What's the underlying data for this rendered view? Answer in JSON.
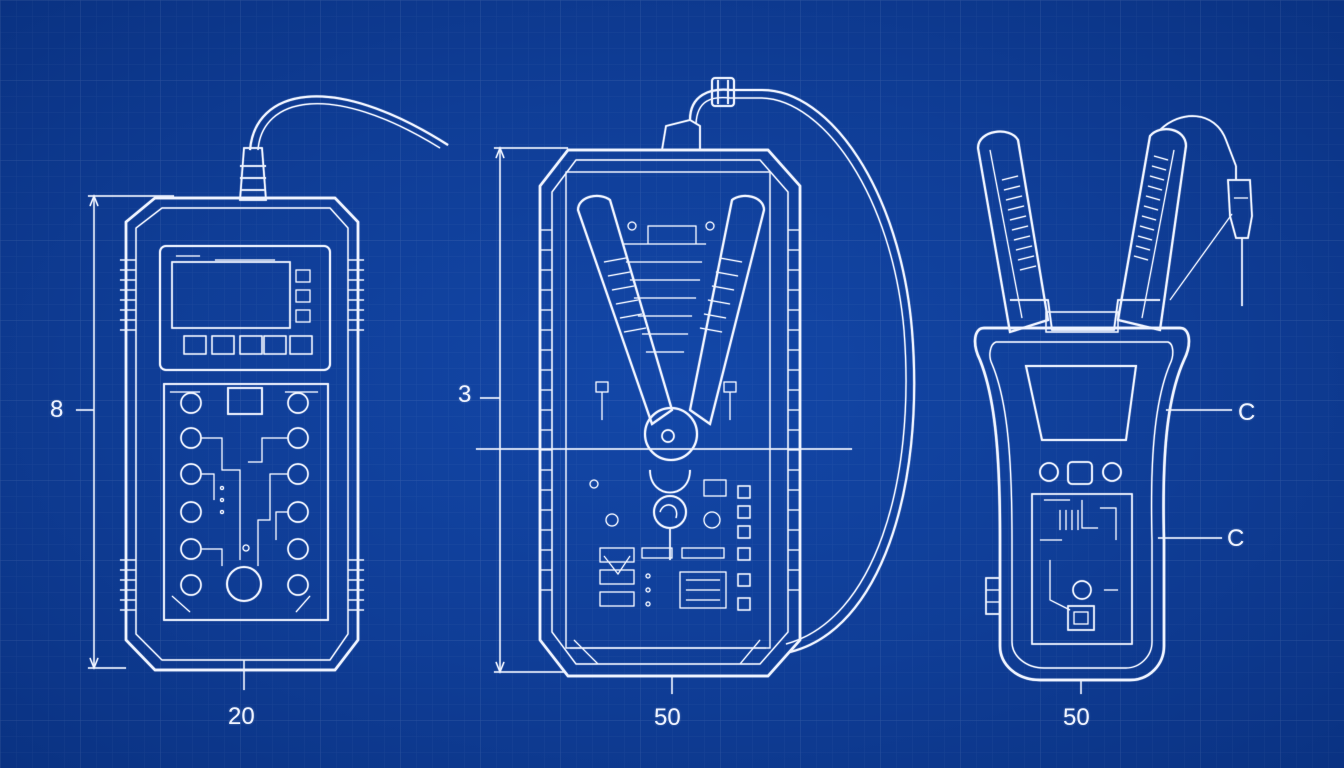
{
  "colors": {
    "background": "#0f3d96",
    "line": "#eef3ff"
  },
  "devices": [
    {
      "id": "handheld-meter",
      "dimension_labels": {
        "height": "8",
        "width": "20"
      }
    },
    {
      "id": "clamp-charger",
      "dimension_labels": {
        "height": "3",
        "width": "50"
      }
    },
    {
      "id": "clamp-meter",
      "dimension_labels": {
        "side_top": "C",
        "side_bottom": "C",
        "width": "50"
      }
    }
  ]
}
